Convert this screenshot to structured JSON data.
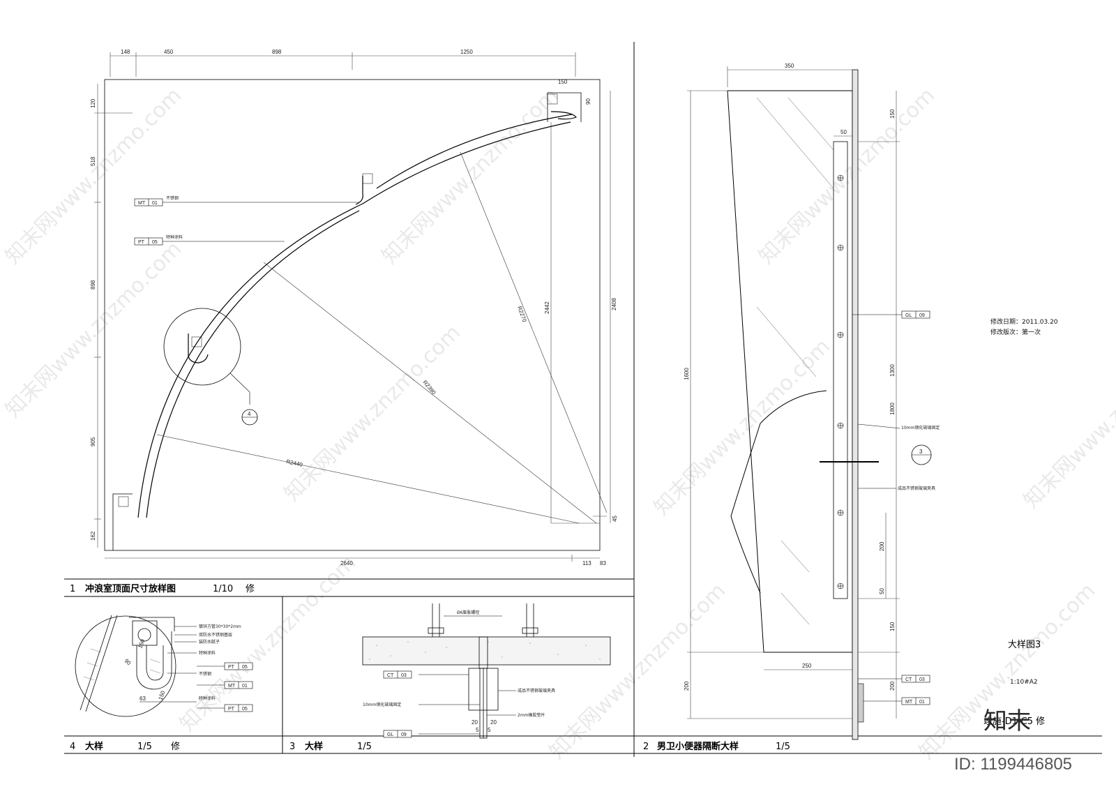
{
  "drawing1": {
    "number": "1",
    "title": "冲浪室顶面尺寸放样图",
    "scale": "1/10",
    "mark": "修",
    "top_dims": [
      "148",
      "450",
      "898",
      "1250"
    ],
    "left_dims": [
      "120",
      "518",
      "898",
      "905",
      "162"
    ],
    "right_dims": [
      "150",
      "90",
      "2442",
      "2408",
      "45"
    ],
    "bottom_dims": [
      "2640",
      "113",
      "83"
    ],
    "radii": [
      "R2270",
      "R2390",
      "R2440"
    ],
    "callouts": [
      {
        "code": "MT",
        "num": "01",
        "desc": "不锈钢"
      },
      {
        "code": "PT",
        "num": "05",
        "desc": "特种涂料"
      }
    ],
    "section_tag": "4"
  },
  "drawing4": {
    "number": "4",
    "title": "大样",
    "scale": "1/5",
    "mark": "修",
    "notes": [
      "镀锌方管30*30*2mm",
      "双防水不锈钢基层",
      "装防水腻子",
      "特种涂料",
      "不锈钢",
      "特种涂料"
    ],
    "callouts": [
      {
        "code": "PT",
        "num": "05"
      },
      {
        "code": "MT",
        "num": "01"
      },
      {
        "code": "PT",
        "num": "05"
      }
    ],
    "dims": [
      "90",
      "150",
      "63",
      "150"
    ]
  },
  "drawing3": {
    "number": "3",
    "title": "大样",
    "scale": "1/5",
    "notes": [
      "Ø6膨胀螺栓",
      "成品不锈钢玻璃夹具",
      "10mm钢化玻璃固定",
      "2mm橡胶垫片"
    ],
    "callouts": [
      {
        "code": "CT",
        "num": "03"
      },
      {
        "code": "GL",
        "num": "09"
      }
    ],
    "dims": [
      "20",
      "20",
      "5",
      "5"
    ]
  },
  "drawing2": {
    "number": "2",
    "title": "男卫小便器隔断大样",
    "scale": "1/5",
    "caption": "大样图3",
    "caption_scale": "1:10#A2",
    "dims_top": [
      "350",
      "50",
      "150"
    ],
    "dims_left": [
      "1600",
      "200"
    ],
    "dims_right": [
      "1300",
      "1800",
      "200",
      "50",
      "150",
      "200"
    ],
    "dims_bottom": [
      "250"
    ],
    "notes": [
      "10mm钢化玻璃固定",
      "成品不锈钢玻璃夹具"
    ],
    "callouts": [
      {
        "code": "GL",
        "num": "09"
      },
      {
        "code": "CT",
        "num": "03"
      },
      {
        "code": "MT",
        "num": "01"
      }
    ],
    "section_tag": "3"
  },
  "revision": {
    "date": "修改日期：2011.03.20",
    "version": "修改版次：第一次"
  },
  "sheet_code": "竣施-D1-C5 修",
  "watermark": "知末网www.znzmo.com",
  "brand": "知末",
  "id_text": "ID: 1199446805"
}
